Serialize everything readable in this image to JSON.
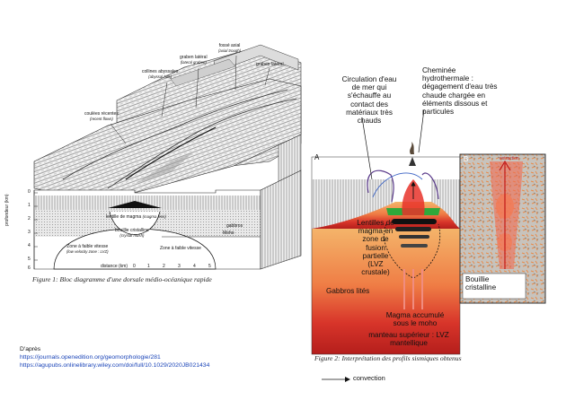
{
  "figure1": {
    "caption": "Figure 1: Bloc diagramme d'une dorsale médio-océanique rapide",
    "labels": {
      "axial_trough": "fossé axial",
      "axial_trough_en": "(axial trough)",
      "lateral_graben_left": "graben latéral",
      "lateral_graben_left_en": "(lateral graben)",
      "lateral_graben_right": "graben latéral",
      "abyssal_hills": "collines abyssales",
      "abyssal_hills_en": "(abyssal hills)",
      "recent_flows": "coulées récentes",
      "recent_flows_en": "(recent flows)",
      "magma_lens": "lentille de magma",
      "magma_lens_en": "(magma lens)",
      "crystal_mush": "bouillie cristalline",
      "crystal_mush_en": "(crystal mush)",
      "lvz": "Zone à faible vitesse",
      "lvz_en": "(low velocity zone : LVZ)",
      "lvz_right": "Zone à faible vitesse",
      "gabbros": "gabbros",
      "moho": "Moho",
      "depth_axis": "profondeur (km)",
      "distance_axis": "distance (km)"
    },
    "depth_ticks": [
      "0",
      "1",
      "2",
      "3",
      "4",
      "5",
      "6"
    ],
    "distance_ticks": [
      "0",
      "1",
      "2",
      "3",
      "4",
      "5"
    ]
  },
  "figure2": {
    "caption": "Figure 2: Interprétation des profils sismiques obtenus",
    "panel_a": "A",
    "panel_b": "B",
    "labels": {
      "circulation": [
        "Circulation d'eau",
        "de mer qui",
        "s'échauffe au",
        "contact des",
        "matériaux très",
        "chauds"
      ],
      "chimney": [
        "Cheminée",
        "hydrothermale :",
        "dégagement d'eau très",
        "chaude chargée en",
        "éléments dissous et",
        "particules"
      ],
      "lenses": [
        "Lentilles de",
        "magma en",
        "zone de",
        "fusion",
        "partielle",
        "(LVZ",
        "crustale)"
      ],
      "gabbros": "Gabbros lités",
      "magma": [
        "Magma accumulé",
        "sous le moho"
      ],
      "mantle": [
        "manteau supérieur : LVZ",
        "mantellique"
      ],
      "mush": [
        "Bouillie",
        "cristalline"
      ],
      "extraction": "extraction"
    },
    "legend_convection": "convection"
  },
  "sources": {
    "heading": "D'après",
    "link1": "https://journals.openedition.org/geomorphologie/281",
    "link2": "https://agupubs.onlinelibrary.wiley.com/doi/full/10.1029/2020JB021434"
  },
  "colors": {
    "red": "#d6281e",
    "orange": "#f0a050",
    "green": "#2fa83a",
    "blue": "#3a62c4",
    "purple": "#5a3a8a"
  }
}
